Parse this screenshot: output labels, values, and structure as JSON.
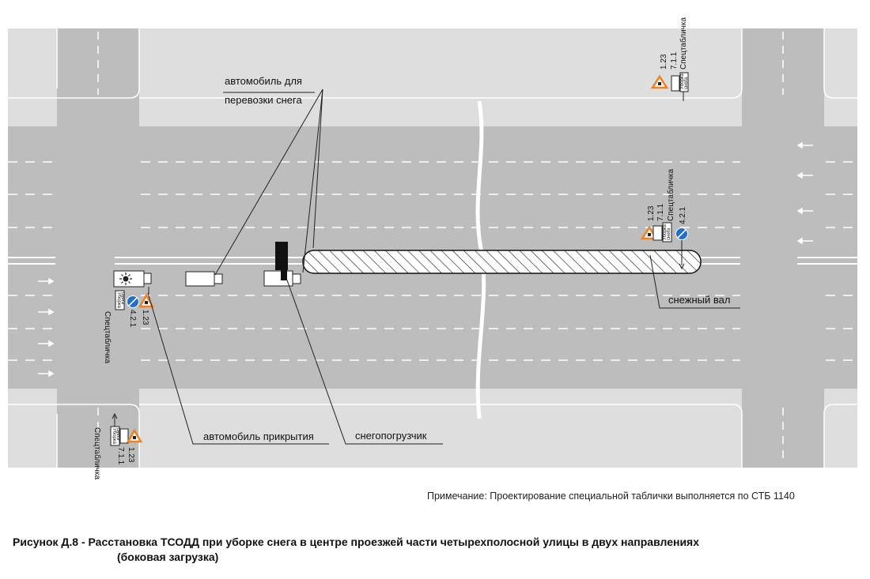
{
  "labels": {
    "truck": [
      "автомобиль для",
      "перевозки снега"
    ],
    "cover_car": "автомобиль прикрытия",
    "loader": "снегопогрузчик",
    "snow_bank": "снежный вал"
  },
  "signs": {
    "top_right": [
      "1.23",
      "7.1.1",
      "Спецтабличка",
      "Уборка",
      "снега"
    ],
    "center": [
      "1.23",
      "7.1.1",
      "Спецтабличка",
      "4.2.1",
      "Уборка",
      "снега"
    ],
    "cover_car": [
      "Спецтабличка",
      "Уборка",
      "снега",
      "4.2.1",
      "1.23"
    ],
    "bottom_left": [
      "Спецтабличка",
      "Уборка",
      "снега",
      "1.23",
      "7.1.1"
    ]
  },
  "note": "Примечание: Проектирование специальной таблички выполняется по СТБ 1140",
  "caption": {
    "line1": "Рисунок Д.8 - Расстановка ТСОДД при уборке снега в центре проезжей части четырехполосной улицы в двух направлениях",
    "line2": "(боковая загрузка)"
  },
  "colors": {
    "road": "#bdbdbd",
    "sidewalk": "#dedede",
    "marking": "#ffffff",
    "sign_triangle": "#f08020",
    "sign_blue": "#1e6fd0"
  }
}
